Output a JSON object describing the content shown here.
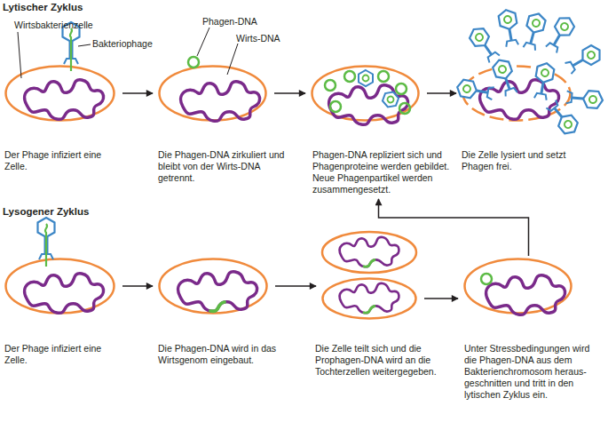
{
  "diagram": {
    "nodes": [
      {
        "text": [
          "Der Phage infiziert eine Zelle."
        ]
      },
      {
        "text": [
          "Die Phagen-DNA zirkuliert und bleibt von der Wirts-DNA getrennt."
        ]
      },
      {
        "text": [
          "Phagen-DNA repliziert sich und Phagenproteine werden gebildet. Neue Phagenpartikel werden zusammengesetzt."
        ]
      },
      {
        "text": [
          "Die Zelle lysiert und setzt Phagen frei."
        ]
      },
      {
        "text": [
          "Der Phage infiziert eine Zelle."
        ]
      },
      {
        "text": [
          "Die Phagen-DNA wird in das Wirtsgenom eingebaut."
        ]
      },
      {
        "text": [
          "Die Zelle teilt sich und die Prophagen-DNA wird an die Tochterzellen weitergegeben."
        ]
      },
      {
        "text": [
          "Unter Stressbedingungen wird die Phagen-DNA aus dem Bakterienchromosom heraus-geschnitten und tritt in den lytischen Zyklus ein."
        ]
      }
    ],
    "edges": [
      {
        "from": 0,
        "to": 1,
        "arrow": "to"
      },
      {
        "from": 1,
        "to": 2,
        "arrow": "to"
      },
      {
        "from": 2,
        "to": 3,
        "arrow": "to"
      },
      {
        "from": 4,
        "to": 5,
        "arrow": "to"
      },
      {
        "from": 5,
        "to": 6,
        "arrow": "to"
      },
      {
        "from": 6,
        "to": 7,
        "arrow": "to"
      },
      {
        "from": 7,
        "to": 2,
        "arrow": "to"
      }
    ],
    "labels": [
      "Lytischer Zyklus",
      "Wirtsbakterienzelle",
      "Bakteriophage",
      "Phagen-DNA",
      "Wirts-DNA",
      "Lysogener Zyklus"
    ]
  }
}
